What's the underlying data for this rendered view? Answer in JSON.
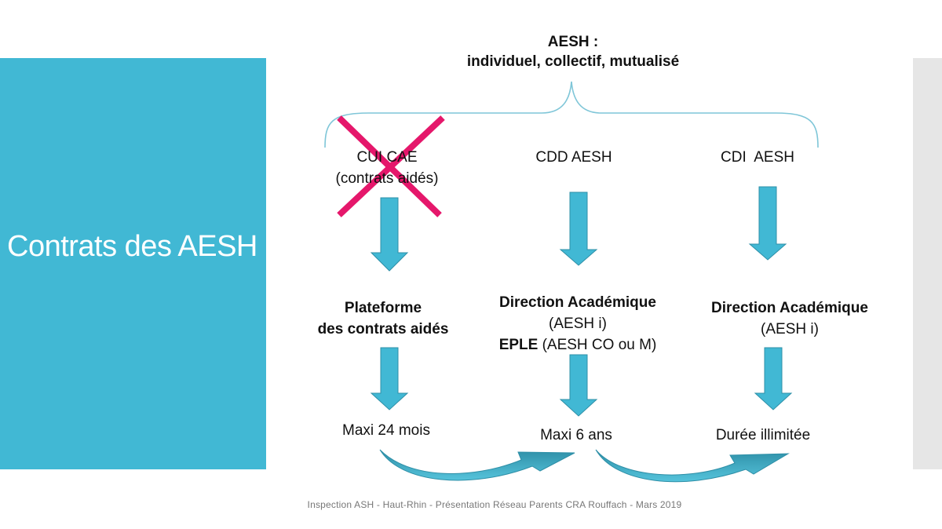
{
  "slide": {
    "side_title": "Contrats des AESH",
    "top_heading": {
      "line1": "AESH :",
      "line2": "individuel, collectif, mutualisé"
    },
    "columns": [
      {
        "contract": [
          "CUI CAE",
          "(contrats aidés)"
        ],
        "crossed_out": true,
        "employer_line1": "Plateforme",
        "employer_line2": "des contrats aidés",
        "duration": "Maxi 24 mois"
      },
      {
        "contract": [
          "CDD AESH"
        ],
        "crossed_out": false,
        "employer_line1": "Direction Académique",
        "employer_line2": "(AESH i)",
        "employer_line3_bold": "EPLE",
        "employer_line3_rest": " (AESH CO ou M)",
        "duration": "Maxi 6 ans"
      },
      {
        "contract": [
          "CDI  AESH"
        ],
        "crossed_out": false,
        "employer_line1": "Direction Académique",
        "employer_line2": "(AESH i)",
        "duration": "Durée illimitée"
      }
    ],
    "footer": "Inspection ASH - Haut-Rhin - Présentation Réseau Parents CRA Rouffach - Mars 2019"
  },
  "colors": {
    "accent": "#41b8d4",
    "arrow": "#41b8d4",
    "arrow_border": "#2e8fa7",
    "cross": "#e5176b",
    "brace": "#7fc6d8",
    "right_bar": "#e6e6e6"
  }
}
